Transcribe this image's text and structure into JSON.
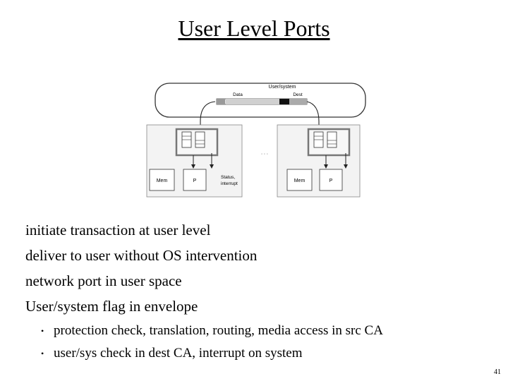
{
  "slide": {
    "title": "User Level Ports",
    "bullets": [
      "initiate transaction at user level",
      "deliver to user without OS intervention",
      "network port in user space",
      "User/system flag in envelope"
    ],
    "sub_bullets": [
      "protection check, translation, routing, media access in src CA",
      "user/sys check in dest CA, interrupt on system"
    ],
    "sub_bullet_glyph": "•",
    "page_number": "41"
  },
  "diagram": {
    "network_label": "User/system",
    "data_label": "Data",
    "dest_label": "Dest",
    "ellipsis": "◦ ◦ ◦",
    "nodes": [
      {
        "mem_label": "Mem",
        "proc_label": "P",
        "status_label_line1": "Status,",
        "status_label_line2": "interrupt"
      },
      {
        "mem_label": "Mem",
        "proc_label": "P"
      }
    ]
  }
}
